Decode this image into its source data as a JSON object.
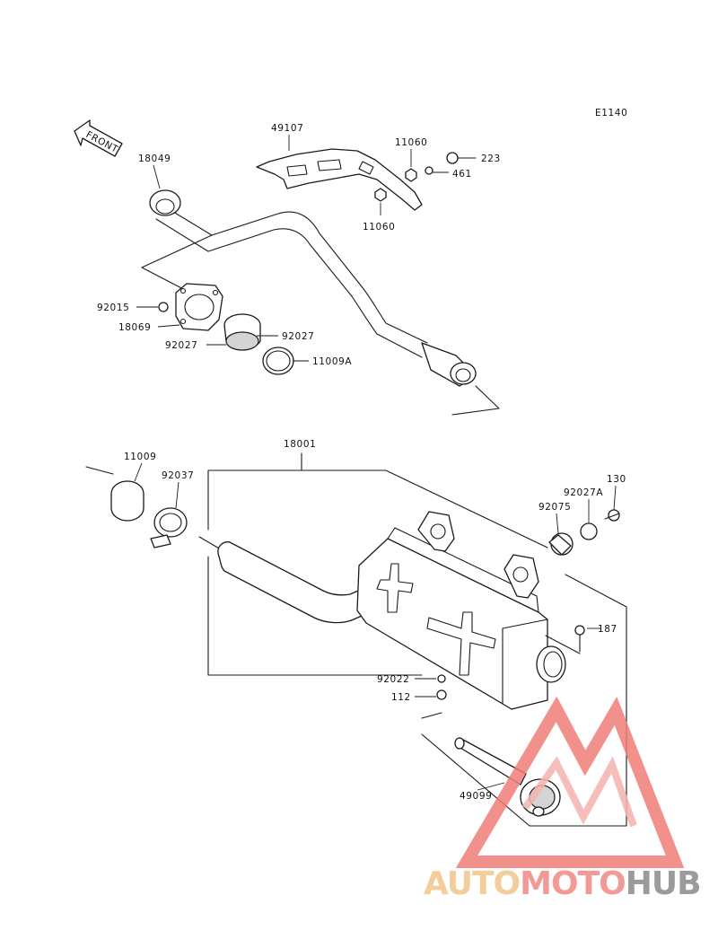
{
  "diagram_code": "E1140",
  "front_label": "FRONT",
  "parts": {
    "p18049": "18049",
    "p49107": "49107",
    "p11060a": "11060",
    "p11060b": "11060",
    "p223": "223",
    "p461": "461",
    "p92015": "92015",
    "p18069": "18069",
    "p92027a": "92027",
    "p92027b": "92027",
    "p11009A": "11009A",
    "p18001": "18001",
    "p11009": "11009",
    "p92037": "92037",
    "p130": "130",
    "p92027A": "92027A",
    "p92075": "92075",
    "p187": "187",
    "p92022": "92022",
    "p112": "112",
    "p49099": "49099"
  },
  "watermark": {
    "part1": "AUTO",
    "part2": "MOTO",
    "part3": "HUB",
    "color1": "#f2c58a",
    "color2": "#f08a84",
    "color3": "#8a8a8a"
  }
}
